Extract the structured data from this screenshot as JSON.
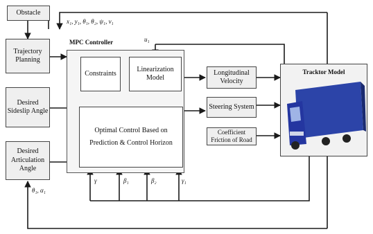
{
  "blocks": {
    "obstacle": "Obstacle",
    "trajectory_planning": "Trajectory Planning",
    "desired_sideslip": "Desired Sideslip Angle",
    "desired_articulation": "Desired Articulation Angle",
    "mpc_controller": "MPC Controller",
    "constraints": "Constraints",
    "linearization": "Linearization Model",
    "optimal_control_line1": "Optimal Control Based on",
    "optimal_control_line2": "Prediction & Control Horizon",
    "longitudinal_velocity": "Longitudinal Velocity",
    "steering_system": "Steering System",
    "road_friction": "Coefficient Friction of Road",
    "tracktor_model": "Tracktor Model"
  },
  "signals": {
    "top_states": "x₁, y₁, θ₁, θ₂, ψ₁, v₁",
    "u1": "u₁",
    "gamma": "γ",
    "beta1": "β₁",
    "beta2": "β₂",
    "gamma1": "γ₁",
    "left_feedback": "θ₁, α₁"
  },
  "colors": {
    "block_fill": "#efefef",
    "line": "#1a1a1a",
    "truck": "#2a3fa0"
  }
}
